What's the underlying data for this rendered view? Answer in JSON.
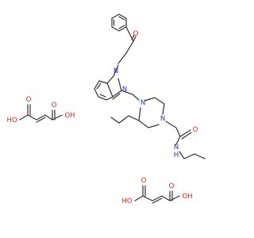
{
  "molecule": {
    "atom_labels": {
      "n_imidazole_top": "N",
      "n_imidazole_eq": "N",
      "n_piperazine_top": "N",
      "n_piperazine_bottom": "N",
      "n_amide": "N",
      "h_amide": "H",
      "o_ketone": "O",
      "o_amide": "O"
    },
    "fumaric_acid_1": {
      "ho_left": "HO",
      "oh_right": "OH",
      "o_left": "O",
      "o_right": "O"
    },
    "fumaric_acid_2": {
      "ho_left": "HO",
      "oh_right": "OH",
      "o_left": "O",
      "o_right": "O"
    },
    "colors": {
      "carbon_bond": "#303030",
      "nitrogen": "#2430d8",
      "oxygen": "#e8220c",
      "background": "#ffffff"
    }
  }
}
